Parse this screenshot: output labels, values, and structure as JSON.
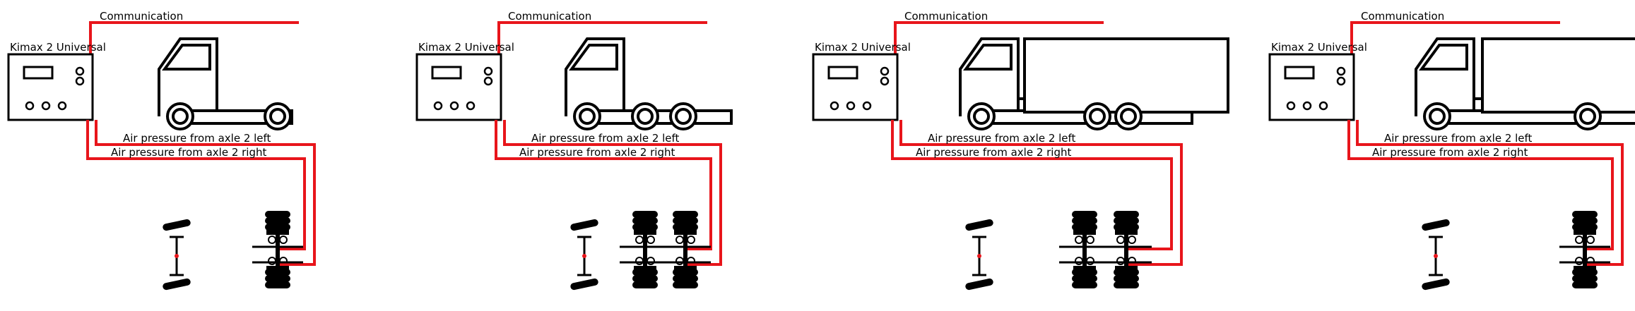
{
  "colors": {
    "line": "#000000",
    "air": "#e8151b"
  },
  "panels": [
    {
      "unit": "Kimax 2 Universal",
      "comm": "Communication",
      "left": "Air pressure from axle 2 left",
      "right": "Air pressure from axle 2 right",
      "vehicle": "tractor-2-axle",
      "rear_axles": 1
    },
    {
      "unit": "Kimax 2 Universal",
      "comm": "Communication",
      "left": "Air pressure from axle 2 left",
      "right": "Air pressure from axle 2 right",
      "vehicle": "tractor-3-axle",
      "rear_axles": 2
    },
    {
      "unit": "Kimax 2 Universal",
      "comm": "Communication",
      "left": "Air pressure from axle 2 left",
      "right": "Air pressure from axle 2 right",
      "vehicle": "truck-3-axle-box",
      "rear_axles": 2
    },
    {
      "unit": "Kimax 2 Universal",
      "comm": "Communication",
      "left": "Air pressure from axle 2 left",
      "right": "Air pressure from axle 2 right",
      "vehicle": "truck-2-axle-box",
      "rear_axles": 1
    }
  ]
}
